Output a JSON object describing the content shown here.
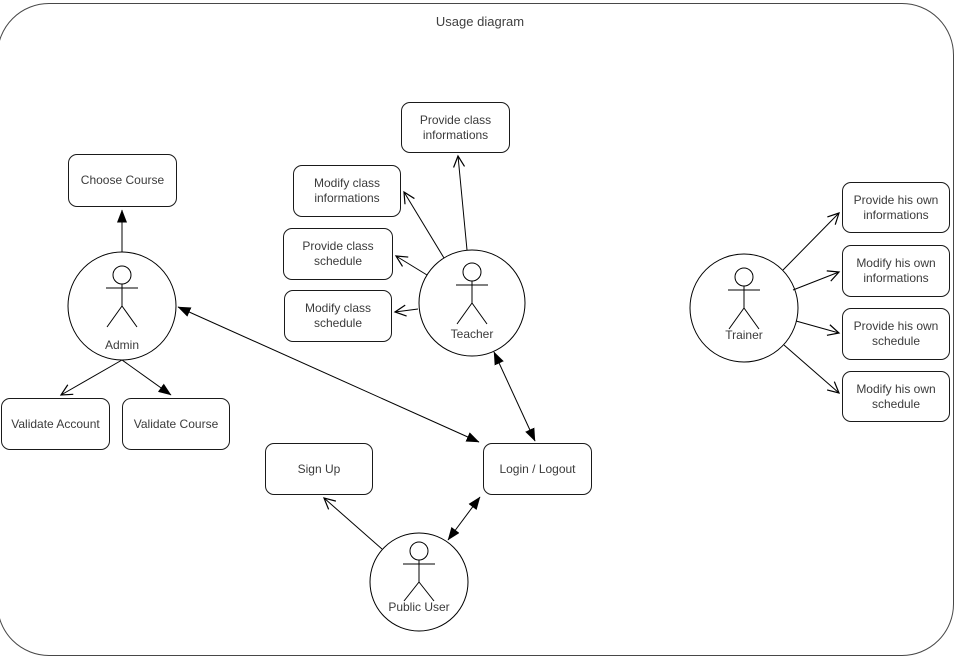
{
  "title": "Usage diagram",
  "actors": {
    "admin": {
      "label": "Admin"
    },
    "teacher": {
      "label": "Teacher"
    },
    "trainer": {
      "label": "Trainer"
    },
    "public_user": {
      "label": "Public User"
    }
  },
  "usecases": {
    "choose_course": {
      "label": "Choose Course"
    },
    "provide_class_informations": {
      "label": "Provide class informations"
    },
    "modify_class_informations": {
      "label": "Modify class informations"
    },
    "provide_class_schedule": {
      "label": "Provide class schedule"
    },
    "modify_class_schedule": {
      "label": "Modify class schedule"
    },
    "provide_his_own_informations": {
      "label": "Provide his own informations"
    },
    "modify_his_own_informations": {
      "label": "Modify his own informations"
    },
    "provide_his_own_schedule": {
      "label": "Provide his own schedule"
    },
    "modify_his_own_schedule": {
      "label": "Modify his own schedule"
    },
    "validate_account": {
      "label": "Validate Account"
    },
    "validate_course": {
      "label": "Validate Course"
    },
    "sign_up": {
      "label": "Sign Up"
    },
    "login_logout": {
      "label": "Login / Logout"
    }
  },
  "connections": [
    {
      "from": "Admin",
      "to": "Choose Course",
      "arrows": "filled-end"
    },
    {
      "from": "Admin",
      "to": "Validate Account",
      "arrows": "open-end"
    },
    {
      "from": "Admin",
      "to": "Validate Course",
      "arrows": "filled-end"
    },
    {
      "from": "Admin",
      "to": "Login / Logout",
      "arrows": "filled-both"
    },
    {
      "from": "Teacher",
      "to": "Provide class informations",
      "arrows": "open-end"
    },
    {
      "from": "Teacher",
      "to": "Modify class informations",
      "arrows": "open-end"
    },
    {
      "from": "Teacher",
      "to": "Provide class schedule",
      "arrows": "open-end"
    },
    {
      "from": "Teacher",
      "to": "Modify class schedule",
      "arrows": "open-end"
    },
    {
      "from": "Teacher",
      "to": "Login / Logout",
      "arrows": "filled-both"
    },
    {
      "from": "Trainer",
      "to": "Provide his own informations",
      "arrows": "open-end"
    },
    {
      "from": "Trainer",
      "to": "Modify his own informations",
      "arrows": "open-end"
    },
    {
      "from": "Trainer",
      "to": "Provide his own schedule",
      "arrows": "open-end"
    },
    {
      "from": "Trainer",
      "to": "Modify his own schedule",
      "arrows": "open-end"
    },
    {
      "from": "Trainer",
      "to": "Login / Logout",
      "arrows": "filled-both"
    },
    {
      "from": "Public User",
      "to": "Sign Up",
      "arrows": "open-end"
    },
    {
      "from": "Public User",
      "to": "Login / Logout",
      "arrows": "filled-both"
    }
  ],
  "colors": {
    "stroke": "#000000",
    "text": "#3b3b3b",
    "background": "#ffffff"
  }
}
